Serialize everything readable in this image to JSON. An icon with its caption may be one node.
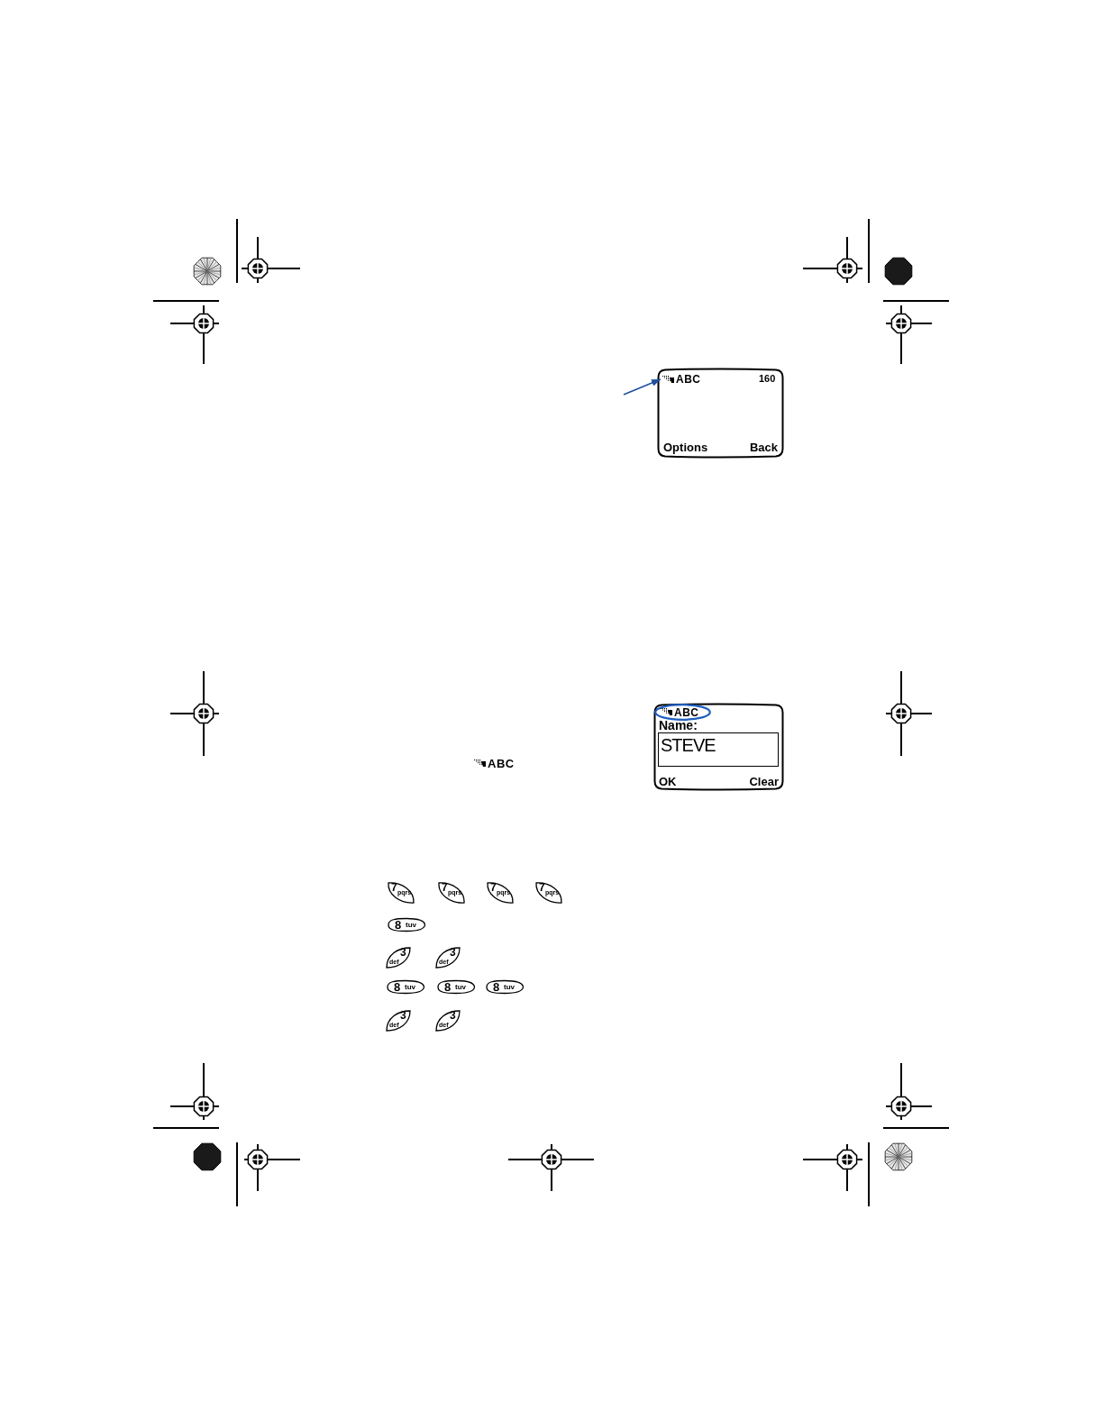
{
  "diagram": {
    "nodes": [
      {
        "text": [
          "160",
          "Options",
          "Back"
        ]
      },
      {
        "text": [
          "ABC"
        ],
        "in": 0
      },
      {
        "text": [
          "Name:",
          "OK",
          "Clear"
        ]
      },
      {
        "text": [
          "ABC"
        ],
        "in": 2
      },
      {
        "text": [
          "STEVE"
        ],
        "in": 2
      },
      {
        "text": [
          "7",
          "pqrs"
        ]
      },
      {
        "text": [
          "7",
          "pqrs"
        ]
      },
      {
        "text": [
          "7",
          "pqrs"
        ]
      },
      {
        "text": [
          "7",
          "pqrs"
        ]
      },
      {
        "text": [
          "8",
          "tuv"
        ]
      },
      {
        "text": [
          "3",
          "def"
        ]
      },
      {
        "text": [
          "3",
          "def"
        ]
      },
      {
        "text": [
          "8",
          "tuv"
        ]
      },
      {
        "text": [
          "8",
          "tuv"
        ]
      },
      {
        "text": [
          "8",
          "tuv"
        ]
      },
      {
        "text": [
          "3",
          "def"
        ]
      },
      {
        "text": [
          "3",
          "def"
        ]
      }
    ],
    "edges": [
      {
        "from": null,
        "to": 1,
        "arrow": "to",
        "color": "#1f4fa0"
      }
    ],
    "labels": [
      "ABC"
    ]
  }
}
